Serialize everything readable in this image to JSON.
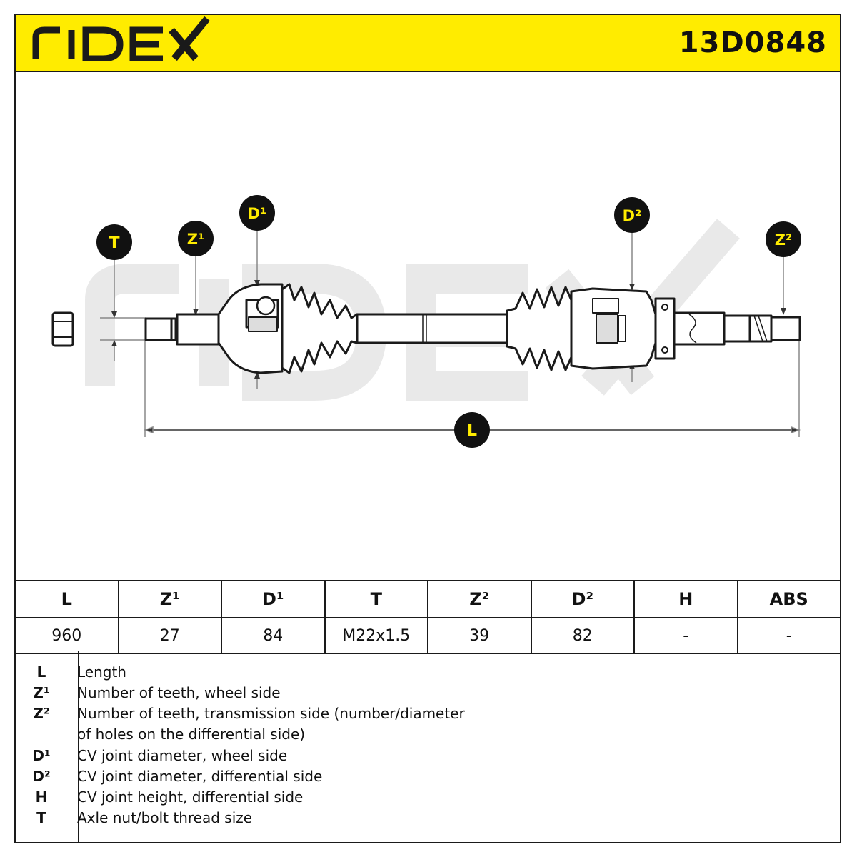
{
  "header": {
    "brand": "RIDEX",
    "part_number": "13D0848"
  },
  "drawing": {
    "watermark": "RIDEX",
    "labels": {
      "T": "T",
      "Z1": "Z¹",
      "D1": "D¹",
      "D2": "D²",
      "Z2": "Z²",
      "L": "L"
    }
  },
  "specs": {
    "headers": [
      "L",
      "Z¹",
      "D¹",
      "T",
      "Z²",
      "D²",
      "H",
      "ABS"
    ],
    "values": [
      "960",
      "27",
      "84",
      "M22x1.5",
      "39",
      "82",
      "-",
      "-"
    ]
  },
  "legend": [
    {
      "symbol": "L",
      "text": "Length"
    },
    {
      "symbol": "Z¹",
      "text": "Number of teeth, wheel side"
    },
    {
      "symbol": "Z²",
      "text": "Number of teeth, transmission side (number/diameter"
    },
    {
      "symbol": "",
      "text": "of holes on the differential side)"
    },
    {
      "symbol": "D¹",
      "text": "CV joint diameter, wheel side"
    },
    {
      "symbol": "D²",
      "text": "CV joint diameter, differential side"
    },
    {
      "symbol": "H",
      "text": "CV joint height, differential side"
    },
    {
      "symbol": "T",
      "text": "Axle nut/bolt thread size"
    }
  ],
  "colors": {
    "header_bg": "#ffec00",
    "line": "#1a1a1a",
    "watermark": "#e9e9e9"
  }
}
